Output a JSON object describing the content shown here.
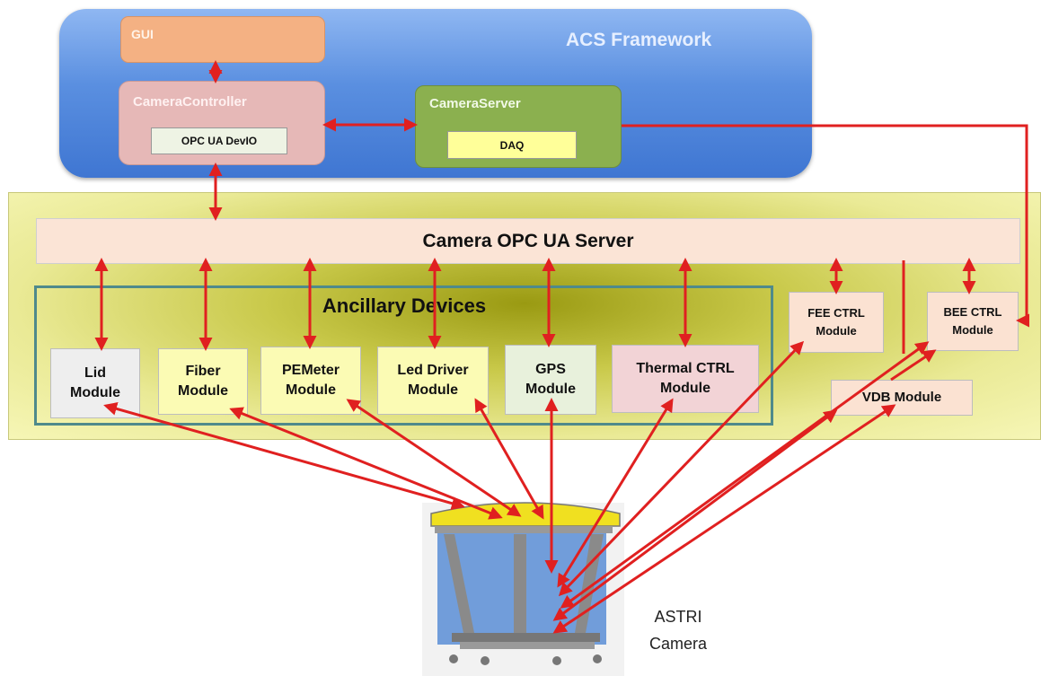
{
  "framework": {
    "title": "ACS Framework"
  },
  "gui": {
    "label": "GUI"
  },
  "camera_controller": {
    "label": "CameraController",
    "devio": "OPC UA DevIO"
  },
  "camera_server": {
    "label": "CameraServer",
    "daq": "DAQ"
  },
  "opc_server": {
    "label": "Camera OPC UA Server"
  },
  "ancillary": {
    "title": "Ancillary Devices",
    "modules": [
      {
        "line1": "Lid",
        "line2": "Module"
      },
      {
        "line1": "Fiber",
        "line2": "Module"
      },
      {
        "line1": "PEMeter",
        "line2": "Module"
      },
      {
        "line1": "Led Driver",
        "line2": "Module"
      },
      {
        "line1": "GPS",
        "line2": "Module"
      },
      {
        "line1": "Thermal CTRL",
        "line2": "Module"
      }
    ]
  },
  "fee": {
    "line1": "FEE CTRL",
    "line2": "Module"
  },
  "bee": {
    "line1": "BEE CTRL",
    "line2": "Module"
  },
  "vdb": {
    "label": "VDB Module"
  },
  "camera": {
    "line1": "ASTRI",
    "line2": "Camera"
  },
  "colors": {
    "arrow": "#e02020",
    "acs_blue": "#4a80d8",
    "opc_panel": "#f3f3a4"
  }
}
